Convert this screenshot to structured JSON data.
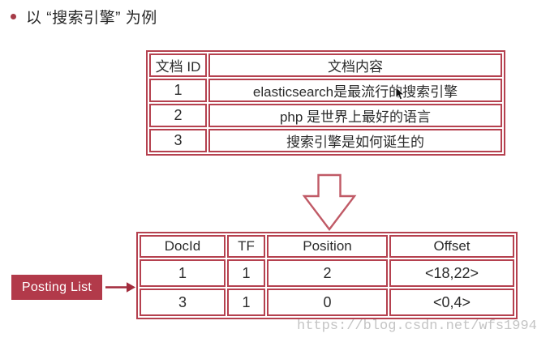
{
  "slide": {
    "title": "以 “搜索引擎” 为例"
  },
  "doc_table": {
    "headers": [
      "文档 ID",
      "文档内容"
    ],
    "rows": [
      [
        "1",
        "elasticsearch是最流行的搜索引擎"
      ],
      [
        "2",
        "php 是世界上最好的语言"
      ],
      [
        "3",
        "搜索引擎是如何诞生的"
      ]
    ]
  },
  "posting": {
    "label": "Posting List",
    "table": {
      "headers": [
        "DocId",
        "TF",
        "Position",
        "Offset"
      ],
      "rows": [
        [
          "1",
          "1",
          "2",
          "<18,22>"
        ],
        [
          "3",
          "1",
          "0",
          "<0,4>"
        ]
      ]
    }
  },
  "icons": {
    "down_arrow": "hollow-down-arrow",
    "right_arrow": "right-arrow",
    "cursor": "mouse-pointer"
  },
  "watermark": "https://blog.csdn.net/wfs1994",
  "colors": {
    "table_border": "#b5414f",
    "posting_box": "#b23a4a",
    "arrow_outline": "#c05a66",
    "bullet": "#a63b47",
    "text": "#2b2b2b",
    "watermark": "#c1c1c1"
  }
}
